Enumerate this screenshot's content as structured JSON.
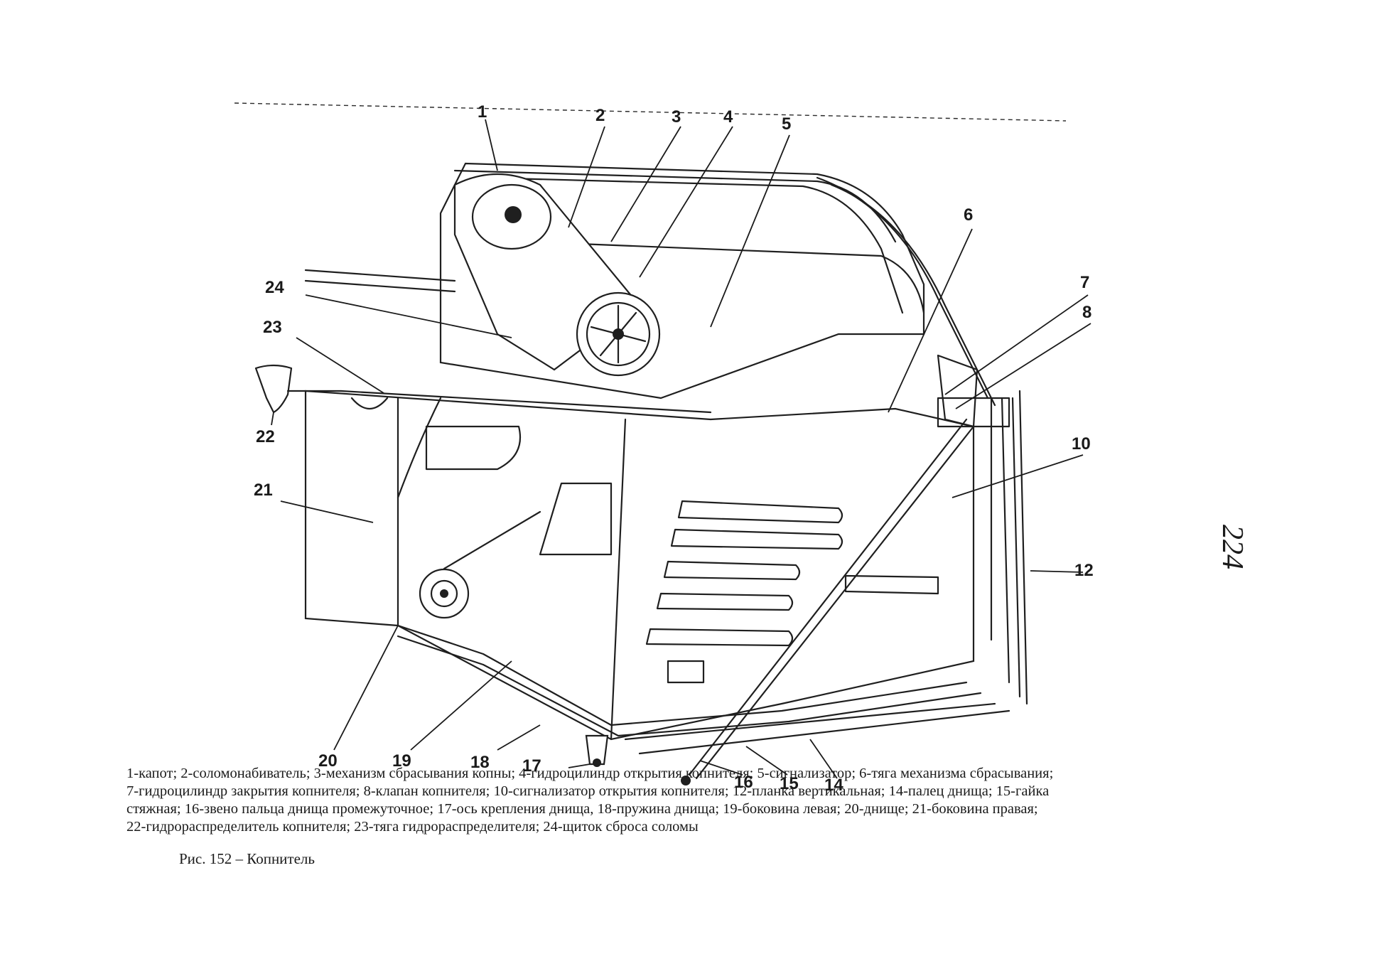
{
  "figure": {
    "callouts": [
      "1",
      "2",
      "3",
      "4",
      "5",
      "6",
      "7",
      "8",
      "10",
      "12",
      "14",
      "15",
      "16",
      "17",
      "18",
      "19",
      "20",
      "21",
      "22",
      "23",
      "24"
    ]
  },
  "caption": {
    "lines": [
      "1-капот; 2-соломонабиватель; 3-механизм сбрасывания копны; 4-гидроцилиндр открытия копнителя; 5-сигнализатор; 6-тяга механизма сбрасывания;",
      "7-гидроцилиндр закрытия копнителя; 8-клапан копнителя; 10-сигнализатор открытия копнителя; 12-планка вертикальная; 14-палец днища; 15-гайка",
      "стяжная; 16-звено пальца днища промежуточное; 17-ось крепления днища, 18-пружина днища; 19-боковина левая; 20-днище; 21-боковина правая;",
      "22-гидрораспределитель копнителя; 23-тяга гидрораспределителя; 24-щиток сброса соломы"
    ],
    "title": "Рис. 152 – Копнитель"
  },
  "page_number": "224"
}
